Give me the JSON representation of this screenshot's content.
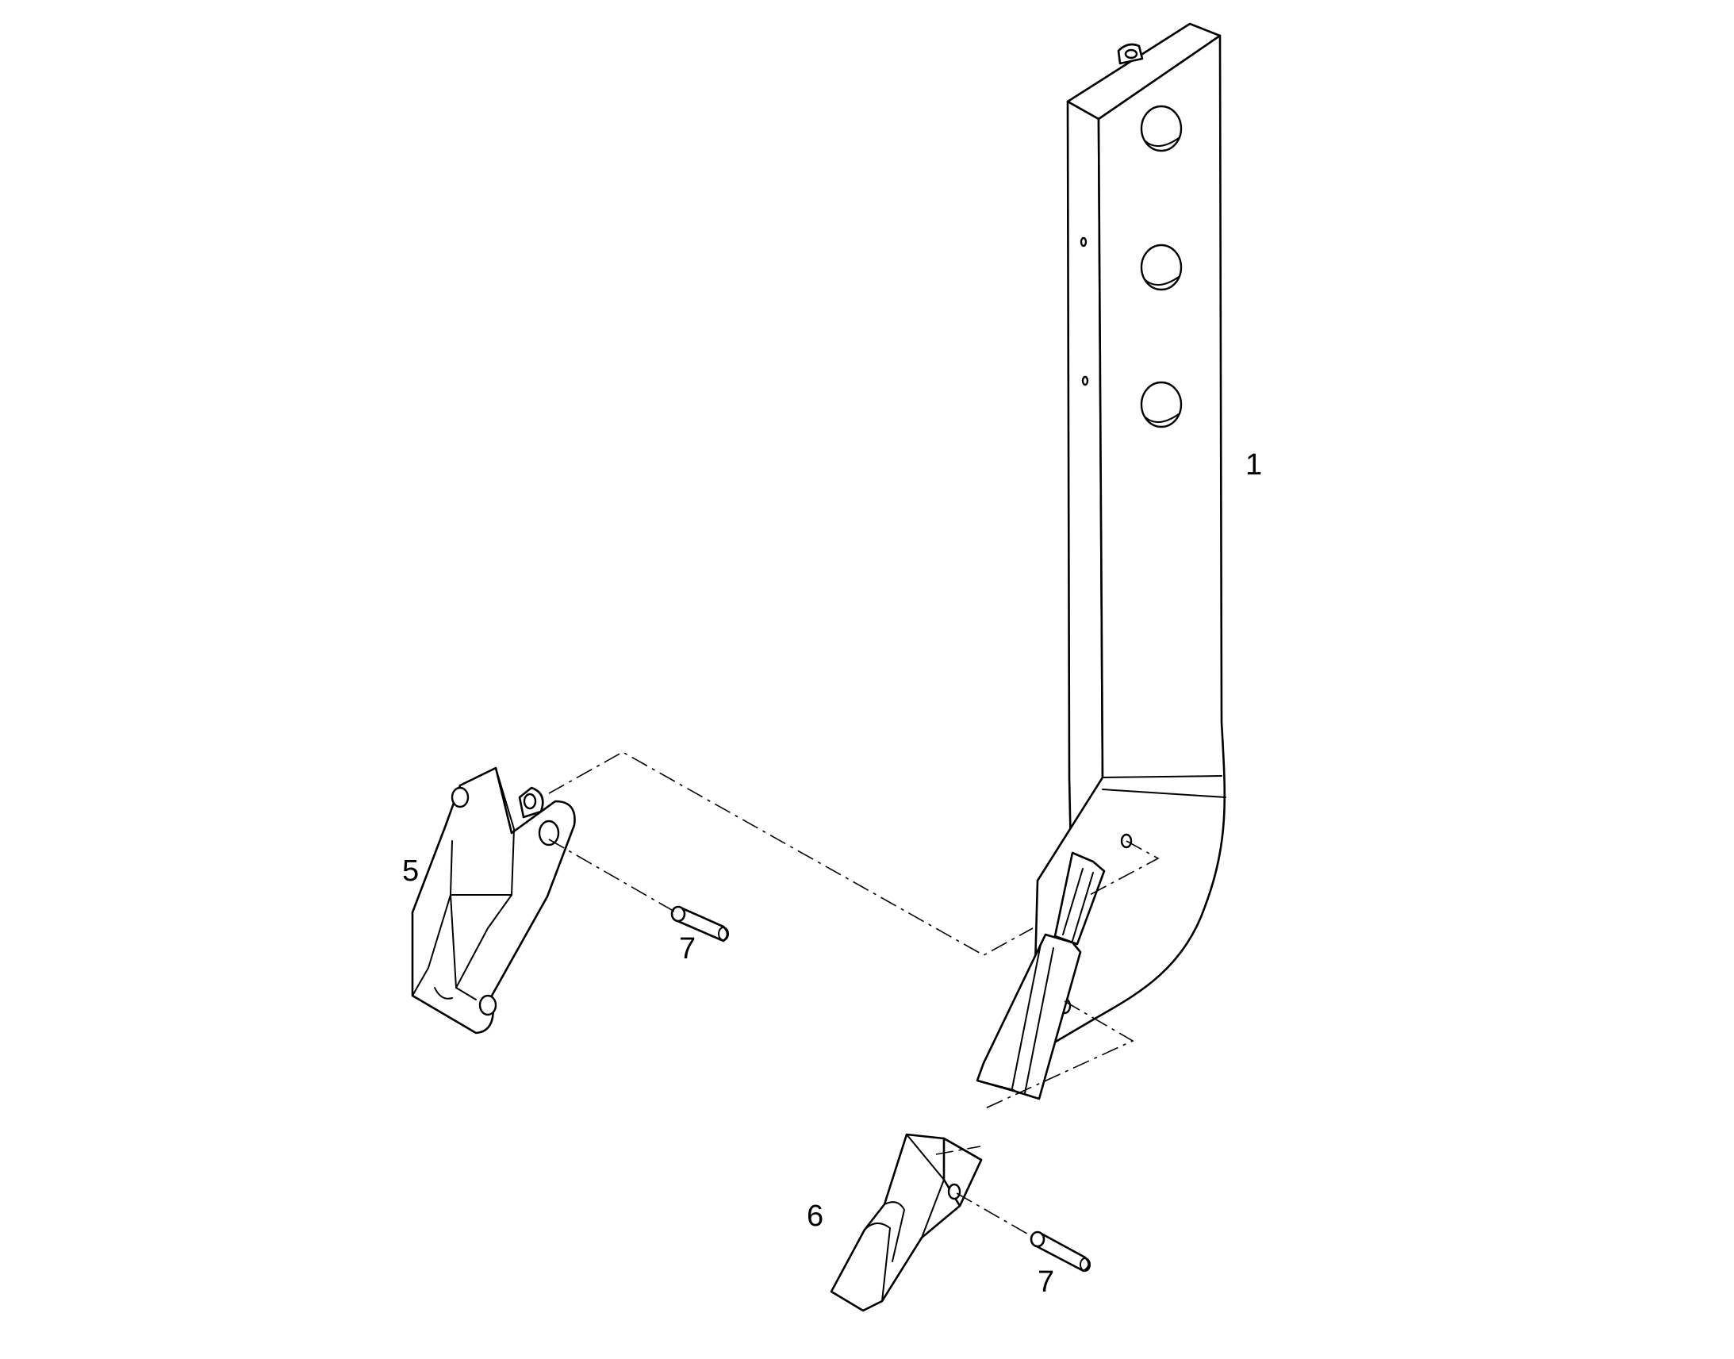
{
  "callouts": {
    "shank": "1",
    "protector": "5",
    "tip": "6",
    "pin_upper": "7",
    "pin_lower": "7"
  }
}
